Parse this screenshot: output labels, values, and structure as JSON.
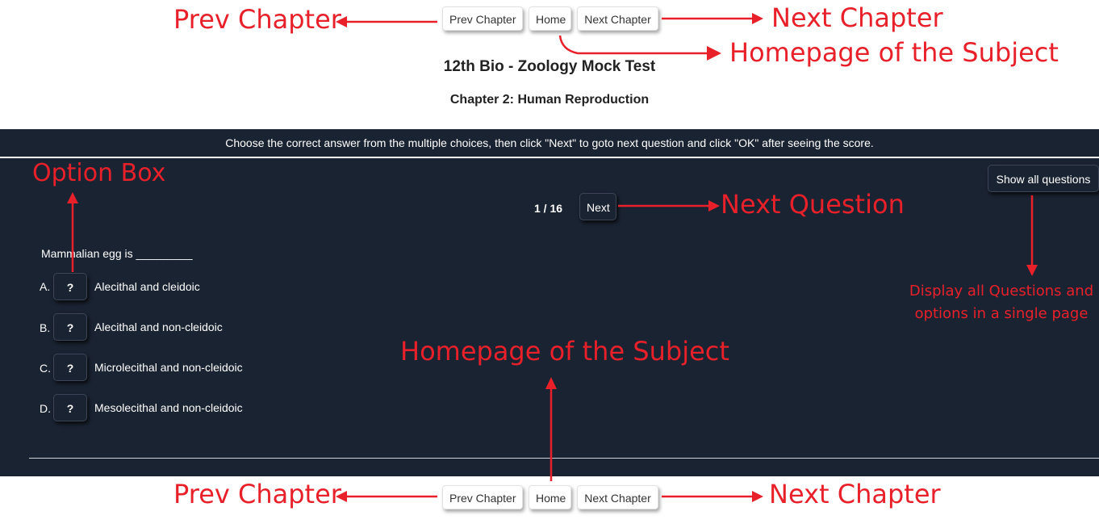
{
  "top_nav": {
    "prev_label": "Prev Chapter",
    "home_label": "Home",
    "next_label": "Next Chapter"
  },
  "header": {
    "title": "12th Bio - Zoology Mock Test",
    "chapter": "Chapter 2: Human Reproduction"
  },
  "instructions": "Choose the correct answer from the multiple choices, then click \"Next\" to goto next question and click \"OK\" after seeing the score.",
  "quiz": {
    "show_all_label": "Show all questions",
    "progress": "1 / 16",
    "next_label": "Next",
    "question": "Mammalian egg is _________",
    "options": [
      {
        "letter": "A.",
        "box": "?",
        "text": "Alecithal and cleidoic"
      },
      {
        "letter": "B.",
        "box": "?",
        "text": "Alecithal and non-cleidoic"
      },
      {
        "letter": "C.",
        "box": "?",
        "text": "Microlecithal and non-cleidoic"
      },
      {
        "letter": "D.",
        "box": "?",
        "text": "Mesolecithal and non-cleidoic"
      }
    ]
  },
  "bottom_nav": {
    "prev_label": "Prev Chapter",
    "home_label": "Home",
    "next_label": "Next Chapter"
  },
  "annotations": {
    "top_prev": "Prev Chapter",
    "top_next": "Next Chapter",
    "top_home": "Homepage of the Subject",
    "option_box": "Option Box",
    "next_question": "Next Question",
    "show_all_line1": "Display all Questions and",
    "show_all_line2": "options in a single page",
    "bottom_home": "Homepage of the Subject",
    "bottom_prev": "Prev Chapter",
    "bottom_next": "Next Chapter"
  },
  "colors": {
    "annotation": "#e8202a",
    "dark_panel": "#1a2332",
    "text_light": "#ffffff"
  }
}
